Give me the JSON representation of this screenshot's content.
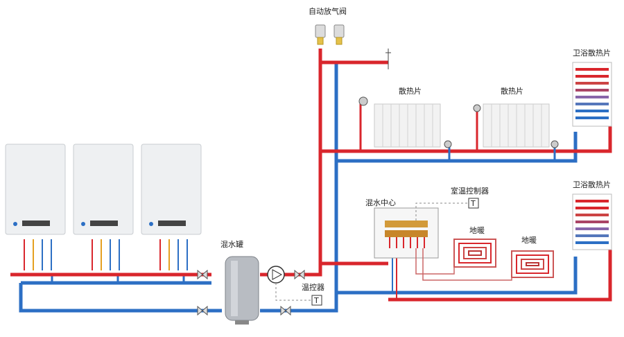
{
  "labels": {
    "air_vent": "自动放气阀",
    "radiator_1": "散热片",
    "radiator_2": "散热片",
    "bath_radiator_top": "卫浴散热片",
    "bath_radiator_bottom": "卫浴散热片",
    "hydraulic_separator": "混水罐",
    "mixing_center": "混水中心",
    "room_thermostat": "室温控制器",
    "floor_heating_1": "地暖",
    "floor_heating_2": "地暖",
    "temp_controller": "温控器",
    "thermostat_symbol_1": "T",
    "thermostat_symbol_2": "T"
  },
  "colors": {
    "supply": "#d9262c",
    "return": "#2c6fc4",
    "boiler_body": "#eef0f2",
    "tank": "#b8bcc2",
    "radiator": "#f2f2f2"
  },
  "icons": [
    "boiler-icon",
    "pump-icon",
    "valve-icon",
    "air-vent-icon",
    "radiator-icon",
    "towel-radiator-icon",
    "manifold-icon",
    "floor-heating-coil-icon",
    "thermostat-icon"
  ]
}
